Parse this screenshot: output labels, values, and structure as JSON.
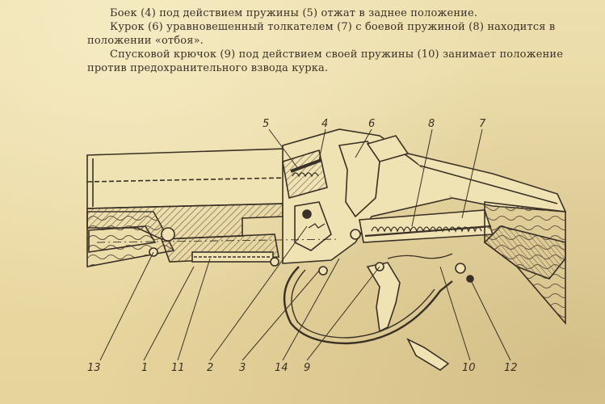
{
  "paragraphs": [
    "Боек (4) под действием пружины (5) отжат в заднее положение.",
    "Курок (6) уравновешенный толкателем (7) с боевой пружиной (8) находится в положении «отбоя».",
    "Спусковой крючок (9) под действием своей пружины (10) занимает положение против предохранительного взвода курка."
  ],
  "callouts_top": [
    "5",
    "4",
    "6",
    "8",
    "7"
  ],
  "callouts_bottom": [
    "13",
    "1",
    "11",
    "2",
    "3",
    "14",
    "9",
    "10",
    "12"
  ],
  "colors": {
    "paper": "#e9d9a4",
    "ink": "#3a3126",
    "hatch": "#6b5a45"
  }
}
